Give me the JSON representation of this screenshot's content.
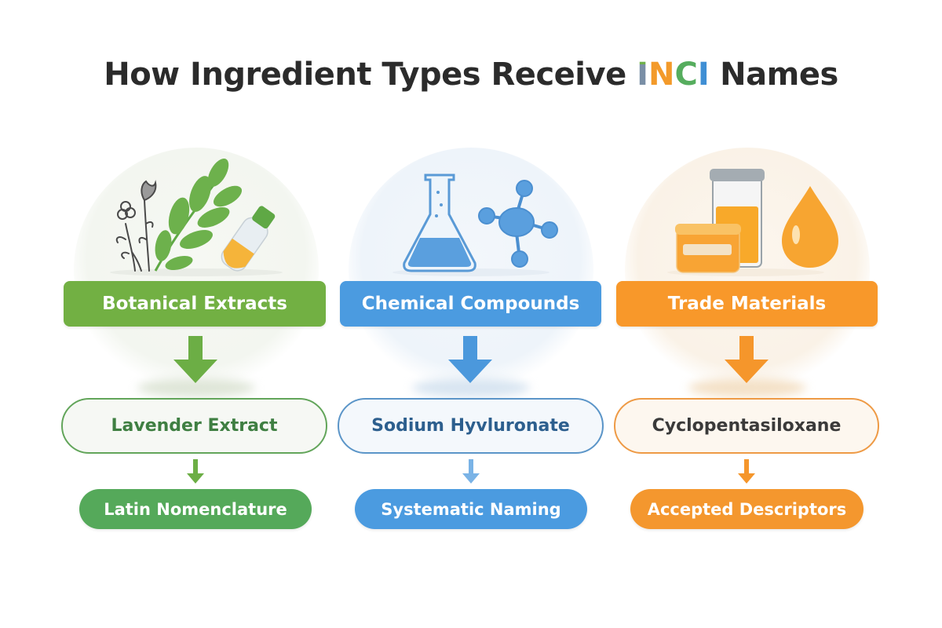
{
  "title": {
    "prefix": "How Ingredient Types Receive ",
    "inci_letters": [
      "I",
      "N",
      "C",
      "I"
    ],
    "suffix": " Names"
  },
  "colors": {
    "green": "#72b043",
    "blue": "#4b9be0",
    "orange": "#f8982a",
    "title_text": "#2b2b2b"
  },
  "columns": [
    {
      "id": "botanical",
      "illustration": "botanical-plants-and-oil-bottle",
      "category": "Botanical Extracts",
      "example": "Lavender Extract",
      "naming_method": "Latin Nomenclature",
      "color": "#72b043"
    },
    {
      "id": "chemical",
      "illustration": "flask-and-molecule",
      "category": "Chemical Compounds",
      "example": "Sodium Hyvluronate",
      "naming_method": "Systematic Naming",
      "color": "#4b9be0"
    },
    {
      "id": "trade",
      "illustration": "jars-and-oil-drop",
      "category": "Trade Materials",
      "example": "Cyclopentasiloxane",
      "naming_method": "Accepted Descriptors",
      "color": "#f8982a"
    }
  ]
}
